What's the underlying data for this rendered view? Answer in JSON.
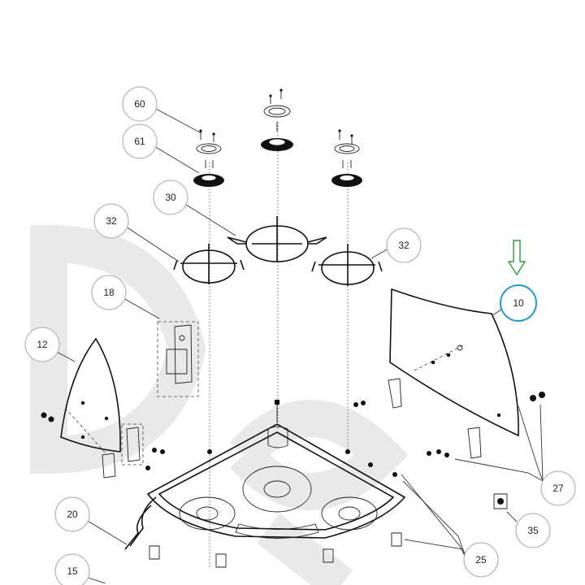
{
  "callouts": [
    {
      "label": "60"
    },
    {
      "label": "61"
    },
    {
      "label": "30"
    },
    {
      "label": "32"
    },
    {
      "label": "32"
    },
    {
      "label": "18"
    },
    {
      "label": "10"
    },
    {
      "label": "12"
    },
    {
      "label": "20"
    },
    {
      "label": "15"
    },
    {
      "label": "27"
    },
    {
      "label": "35"
    },
    {
      "label": "25"
    }
  ],
  "colors": {
    "highlight_circle": "#1e9bd7",
    "arrow": "#2e9e3a",
    "callout_outline": "#b9b9b9",
    "watermark": "#e9e9e9"
  },
  "icons": {
    "pointer": "down-arrow-icon"
  }
}
